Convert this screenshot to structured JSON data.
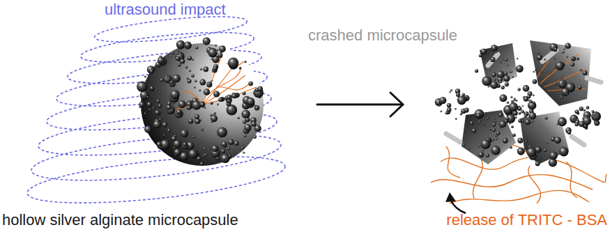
{
  "diagram": {
    "nodes": [
      {
        "text": [
          "hollow silver alginate microcapsule"
        ]
      },
      {
        "text": [
          "release of TRITC - BSA"
        ]
      }
    ],
    "edges": [
      {
        "from": 0,
        "to": 1,
        "arrow": "to"
      }
    ],
    "labels": [
      "ultrasound impact",
      "crashed microcapsule"
    ]
  }
}
